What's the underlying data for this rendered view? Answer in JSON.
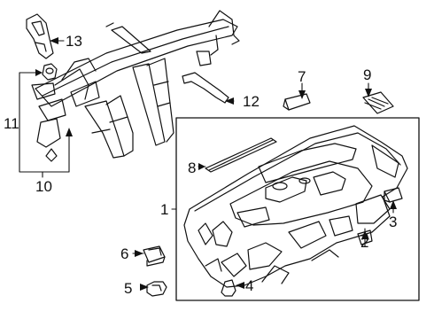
{
  "diagram": {
    "callouts": [
      {
        "id": "1",
        "label": "1"
      },
      {
        "id": "2",
        "label": "2"
      },
      {
        "id": "3",
        "label": "3"
      },
      {
        "id": "4",
        "label": "4"
      },
      {
        "id": "5",
        "label": "5"
      },
      {
        "id": "6",
        "label": "6"
      },
      {
        "id": "7",
        "label": "7"
      },
      {
        "id": "8",
        "label": "8"
      },
      {
        "id": "9",
        "label": "9"
      },
      {
        "id": "10",
        "label": "10"
      },
      {
        "id": "11",
        "label": "11"
      },
      {
        "id": "12",
        "label": "12"
      },
      {
        "id": "13",
        "label": "13"
      }
    ],
    "colors": {
      "line": "#111111",
      "background": "#ffffff"
    }
  }
}
